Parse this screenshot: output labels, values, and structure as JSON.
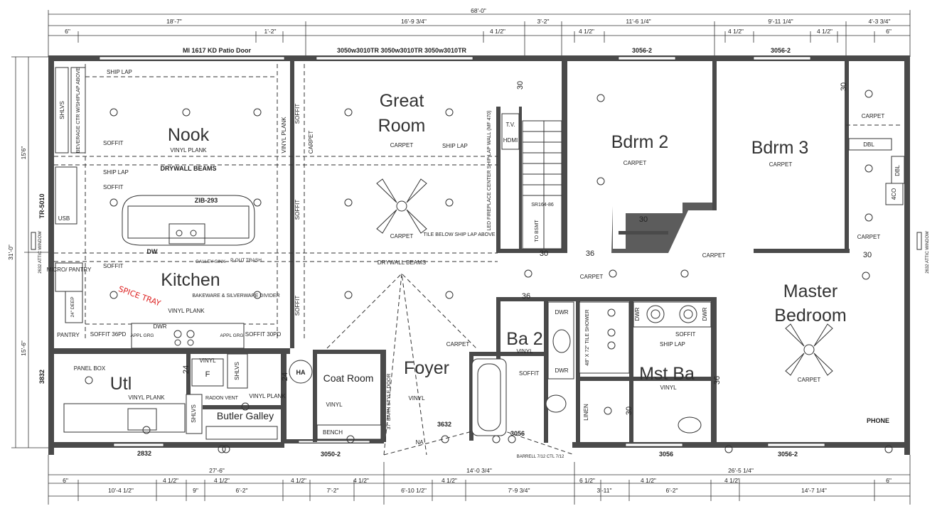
{
  "overall": {
    "width": "68'-0\"",
    "depth": "31'-0\"",
    "left_upper": "15'6\"",
    "left_lower": "15'-6\""
  },
  "rooms": {
    "nook": "Nook",
    "great_room": [
      "Great",
      "Room"
    ],
    "bdrm2": "Bdrm 2",
    "bdrm3": "Bdrm 3",
    "kitchen": "Kitchen",
    "master": [
      "Master",
      "Bedroom"
    ],
    "foyer": "Foyer",
    "ba2": "Ba 2",
    "mst_ba": "Mst Ba",
    "utl": "Utl",
    "coat_room": "Coat Room",
    "butler": "Butler Galley"
  },
  "top_dims": {
    "d1": "18'-7\"",
    "d2": "16'-9 3/4\"",
    "d3": "3'-2\"",
    "d4": "11'-6 1/4\"",
    "d5": "9'-11 1/4\"",
    "d6": "4'-3 3/4\"",
    "s1": "6\"",
    "s2": "1'-2\"",
    "s3": "4 1/2\"",
    "s4": "4 1/2\"",
    "s5": "4 1/2\"",
    "s6": "4 1/2\"",
    "s7": "6\""
  },
  "bottom_dims": {
    "b1": "27'-6\"",
    "b2": "14'-0 3/4\"",
    "b3": "26'-5 1/4\"",
    "c1": "6\"",
    "c2": "10'-4 1/2\"",
    "c3": "4 1/2\"",
    "c4": "9\"",
    "c5": "4 1/2\"",
    "c6": "6'-2\"",
    "c7": "4 1/2\"",
    "c8": "7'-2\"",
    "c9": "4 1/2\"",
    "c10": "6'-10 1/2\"",
    "c11": "4 1/2\"",
    "c12": "7'-9 3/4\"",
    "c13": "6 1/2\"",
    "c14": "3'-11\"",
    "c15": "4 1/2\"",
    "c16": "6'-2\"",
    "c17": "4 1/2\"",
    "c18": "14'-7 1/4\"",
    "c19": "6\""
  },
  "windows": {
    "patio": "MI 1617 KD Patio Door",
    "great_room_windows": "3050w3010TR 3050w3010TR 3050w3010TR",
    "bdrm2_win": "3056-2",
    "bdrm3_win": "3056-2",
    "left_door": "TR-5010",
    "left_attic": "2632 ATTIC WINDOW",
    "right_attic": "2632 ATTIC WINDOW",
    "utl_win": "2832",
    "coat_win": "3050-2",
    "mst_ba_win": "3056",
    "master_win": "3056-2",
    "bath_win": "3056",
    "foyer_win": "3632",
    "left_3832": "3832",
    "na": "NA",
    "barrel": "BARRELL 7/12 CTL 7/12"
  },
  "labels": {
    "carpet": "CARPET",
    "vinyl_plank": "VINYL PLANK",
    "vinyl": "VINYL",
    "ship_lap": "SHIP LAP",
    "soffit": "SOFFIT",
    "drywall_beams": "DRYWALL BEAMS",
    "shlvs": "SHLVS",
    "beverage": "BEVERAGE CTR W/SHIPLAP ABOVE",
    "ucb": "USB",
    "zib": "ZIB-293",
    "dw": "DW",
    "galley_sink": "GALLEY SINK",
    "pout_trash": "P-OUT TRASH",
    "micro_pantry": "MICRO/ PANTRY",
    "deep": "24\" DEEP",
    "pantry": "PANTRY",
    "soffit_36": "SOFFIT 36PD",
    "soffit_30": "SOFFIT 30PD",
    "appl_gr": "APPL GRG",
    "dwr": "DWR",
    "bakeware": "BAKEWARE & SILVERWARE DIVIDER",
    "spice": "SPICE TRAY",
    "tv": "T.V.",
    "hdmi": "HDMI",
    "fireplace": "LED FIREPLACE CENTER SHIP LAP WALL (MF 470)",
    "tile_below": "TILE BELOW SHIP LAP ABOVE",
    "stair": "SR164-86",
    "to_bsmt": "TO BSMT",
    "dbl": "DBL",
    "co4": "4CO",
    "linen": "LINEN",
    "shower": "48\" X 72\" TILE SHOWER",
    "phone": "PHONE",
    "panel_box": "PANEL BOX",
    "radon": "RADON VENT",
    "bench": "BENCH",
    "barn_door": "37\" BARN STYLE DOOR",
    "ha": "HA",
    "f": "F",
    "n24": "24",
    "n30": "30",
    "n36": "36"
  }
}
